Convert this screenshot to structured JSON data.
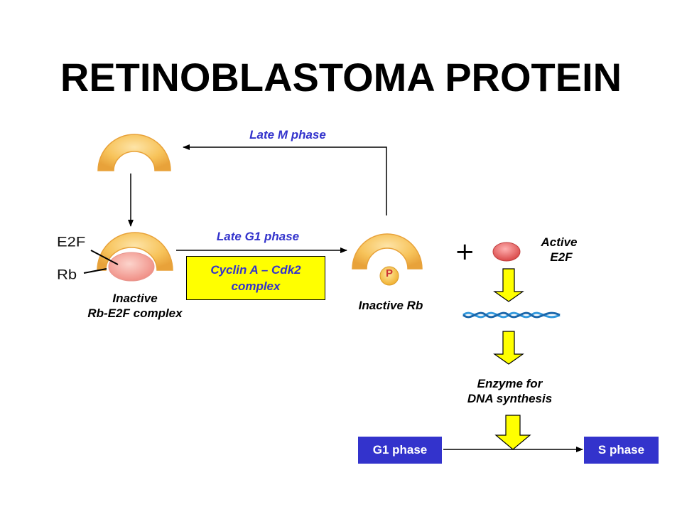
{
  "title": "RETINOBLASTOMA PROTEIN",
  "labels": {
    "late_m_phase": "Late M phase",
    "late_g1_phase": "Late G1 phase",
    "cyclin_line1": "Cyclin A – Cdk2",
    "cyclin_line2": "complex",
    "inactive_complex_line1": "Inactive",
    "inactive_complex_line2": "Rb-E2F complex",
    "inactive_rb": "Inactive Rb",
    "active_line1": "Active",
    "active_line2": "E2F",
    "enzyme_line1": "Enzyme for",
    "enzyme_line2": "DNA synthesis",
    "e2f_tag": "E2F",
    "rb_tag": "Rb",
    "phospho": "P",
    "plus": "+"
  },
  "phases": {
    "g1": "G1 phase",
    "s": "S phase"
  },
  "colors": {
    "title": "#000000",
    "phase_text": "#3333cc",
    "protein_fill": "#f7c35a",
    "protein_edge": "#e8a23a",
    "e2f_fill": "#f4a8a0",
    "active_e2f": "#e86060",
    "arrow_yellow": "#ffff00",
    "phase_box": "#3333cc",
    "dna": "#3399dd"
  }
}
